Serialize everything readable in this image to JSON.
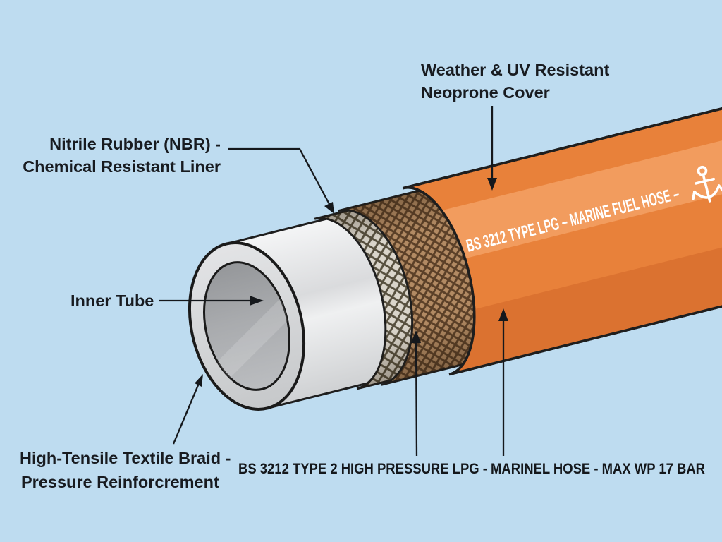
{
  "diagram_title": "Marine LPG fuel hose layer cutaway",
  "labels": {
    "cover_line1": "Weather & UV Resistant",
    "cover_line2": "Neoprone Cover",
    "liner_line1": "Nitrile Rubber (NBR) -",
    "liner_line2": "Chemical Resistant Liner",
    "inner_tube": "Inner Tube",
    "braid_line1": "High-Tensile Textile Braid -",
    "braid_line2": "Pressure Reinforcrement"
  },
  "hose": {
    "print_text": "BS 3212 TYPE LPG – MARINE FUEL HOSE –"
  },
  "caption": "BS 3212 TYPE 2 HIGH PRESSURE LPG - MARINEL HOSE - MAX WP 17 BAR",
  "icons": {
    "hose_brand": "anchor-icon"
  },
  "colors": {
    "background": "#bedcf0",
    "cover_orange": "#e8813a",
    "cover_band_light": "#f29c5e",
    "cover_band_shadow": "#db7230",
    "braid_dark": "#b28a63",
    "braid_dark_lattice": "#5b4028",
    "braid_light": "#dad5cb",
    "braid_light_lattice": "#57503f",
    "tube_white": "#eceded",
    "bore_gray": "#a9abae",
    "outline": "#1e1e1e",
    "label_text": "#181b20",
    "hose_print_text": "#ffffff"
  }
}
